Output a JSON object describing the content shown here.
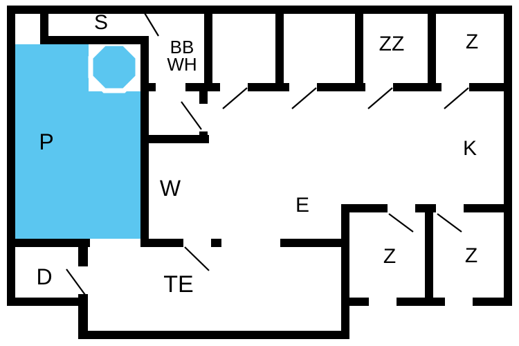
{
  "floorplan": {
    "type": "floor-plan",
    "colors": {
      "wall": "#000000",
      "background": "#ffffff",
      "pool": "#5bc6f0"
    },
    "rooms": {
      "s": {
        "label": "S"
      },
      "bb": {
        "label": "BB"
      },
      "wh": {
        "label": "WH"
      },
      "zz": {
        "label": "ZZ"
      },
      "z_top_right": {
        "label": "Z"
      },
      "k": {
        "label": "K"
      },
      "p": {
        "label": "P"
      },
      "w": {
        "label": "W"
      },
      "e": {
        "label": "E"
      },
      "d": {
        "label": "D"
      },
      "te": {
        "label": "TE"
      },
      "z_bottom_mid": {
        "label": "Z"
      },
      "z_bottom_right": {
        "label": "Z"
      }
    }
  }
}
